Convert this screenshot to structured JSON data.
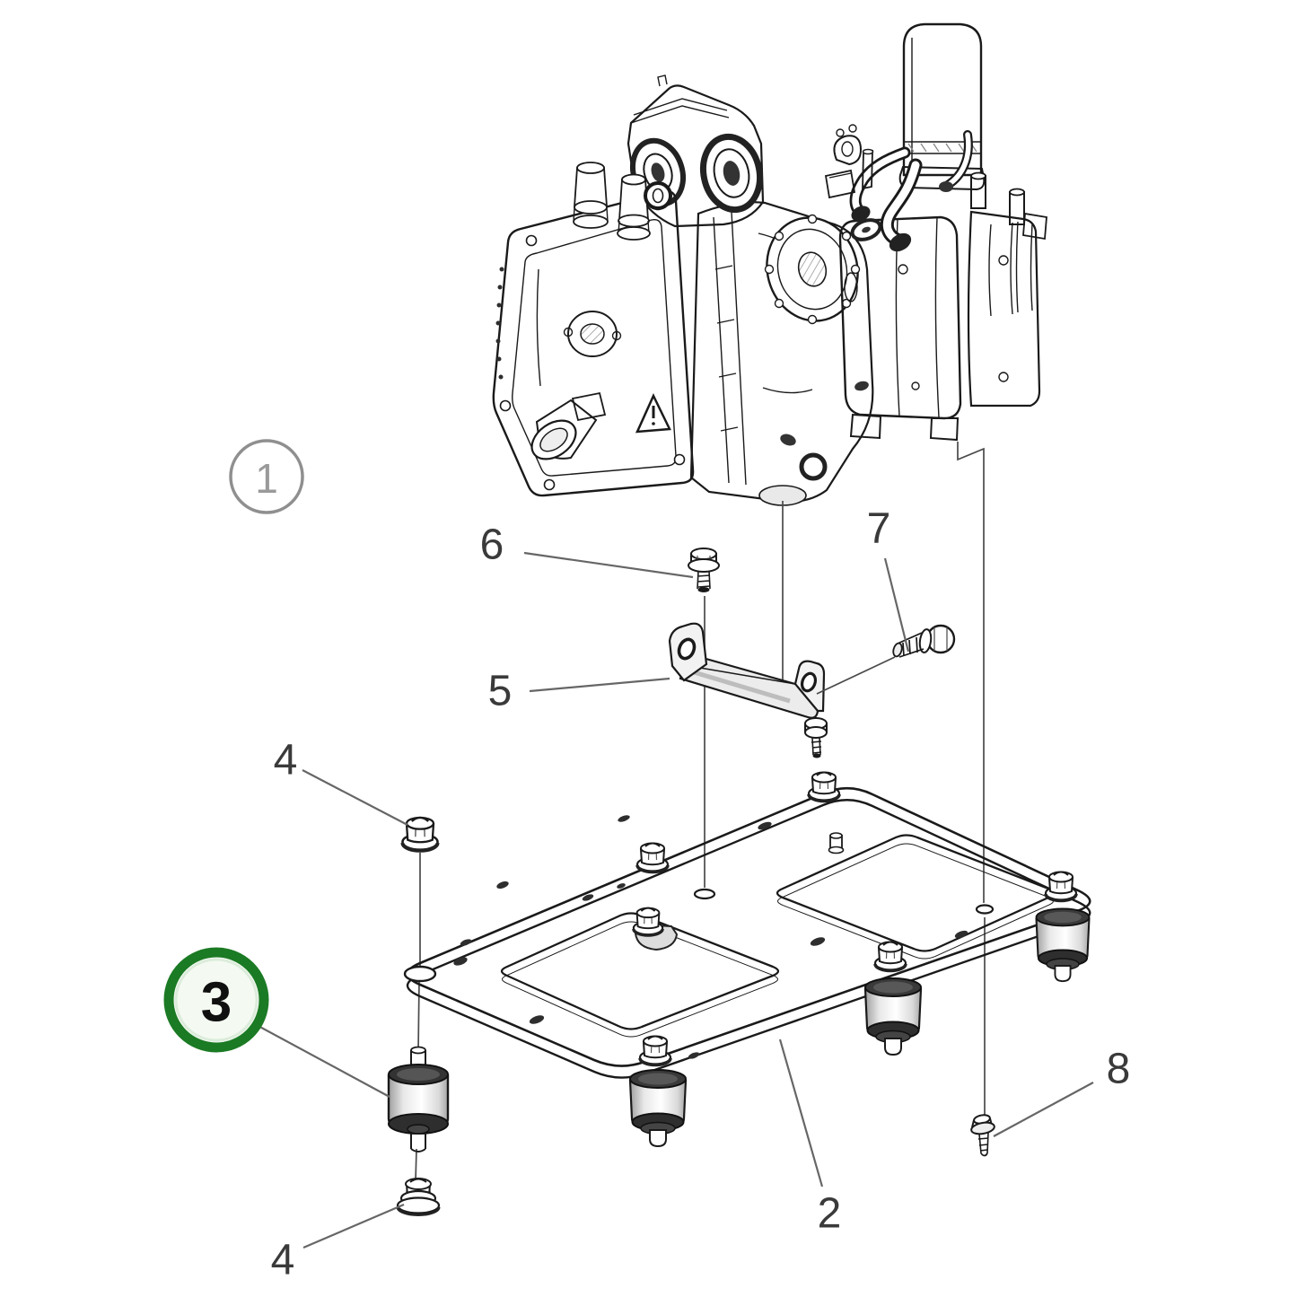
{
  "diagram": {
    "type": "exploded-parts-diagram",
    "subject": "compressor-mounting-plate-assembly",
    "background_color": "#ffffff",
    "line_color": "#1a1a1a",
    "leader_color": "#666666",
    "label_color": "#3a3a3a",
    "callouts": {
      "c1": {
        "label": "1",
        "style": "circled-muted",
        "ring_color": "#8f8f8f",
        "text_color": "#9a9a9a"
      },
      "c2": {
        "label": "2",
        "style": "plain"
      },
      "c3": {
        "label": "3",
        "style": "circled-highlight",
        "ring_color": "#1b7a24",
        "fill_color": "#f4faf2",
        "text_color": "#101010"
      },
      "c4a": {
        "label": "4",
        "style": "plain"
      },
      "c4b": {
        "label": "4",
        "style": "plain"
      },
      "c5": {
        "label": "5",
        "style": "plain"
      },
      "c6": {
        "label": "6",
        "style": "plain"
      },
      "c7": {
        "label": "7",
        "style": "plain"
      },
      "c8": {
        "label": "8",
        "style": "plain"
      }
    }
  }
}
